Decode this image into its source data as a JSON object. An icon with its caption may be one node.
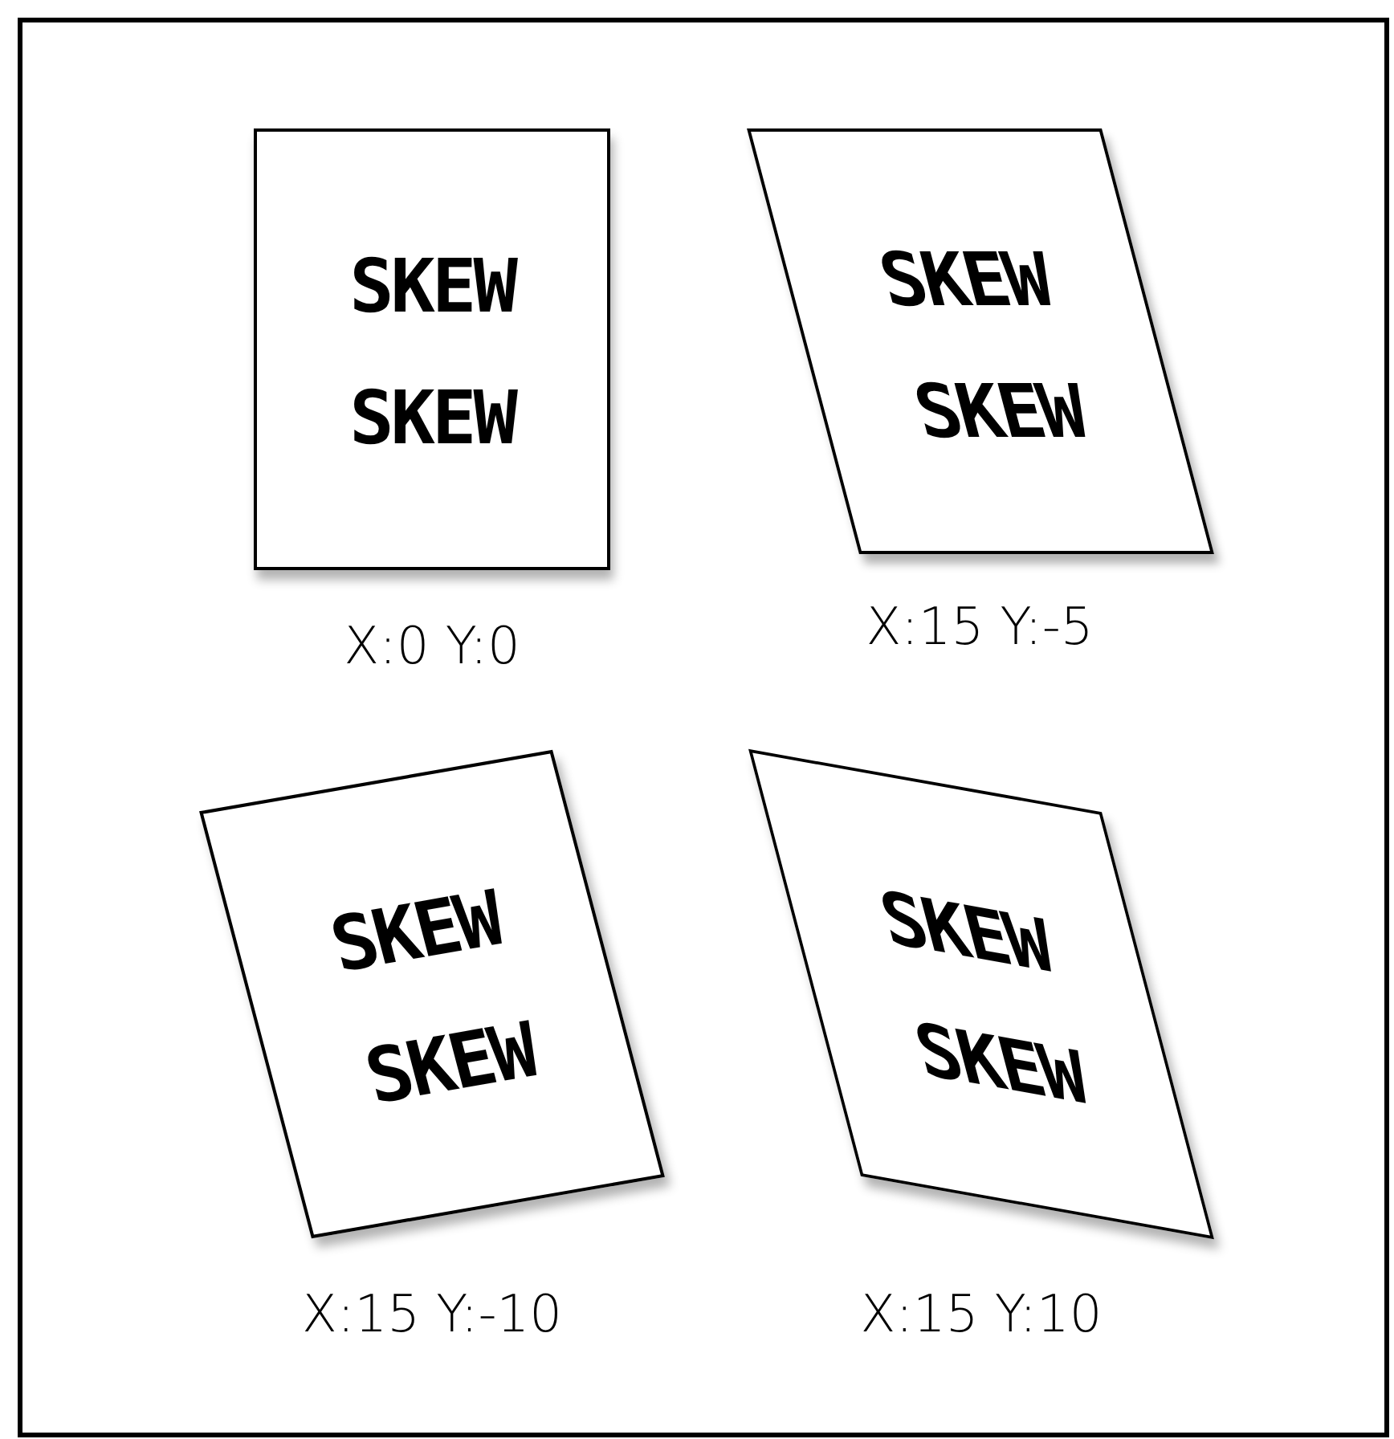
{
  "diagram": {
    "nodes": [
      {
        "text": [
          "SKEW",
          "SKEW"
        ],
        "beside": [
          "X:0 Y:0"
        ]
      },
      {
        "text": [
          "SKEW",
          "SKEW"
        ],
        "beside": [
          "X:15 Y:-5"
        ]
      },
      {
        "text": [
          "SKEW",
          "SKEW"
        ],
        "beside": [
          "X:15 Y:-10"
        ]
      },
      {
        "text": [
          "SKEW",
          "SKEW"
        ],
        "beside": [
          "X:15 Y:10"
        ]
      }
    ]
  }
}
